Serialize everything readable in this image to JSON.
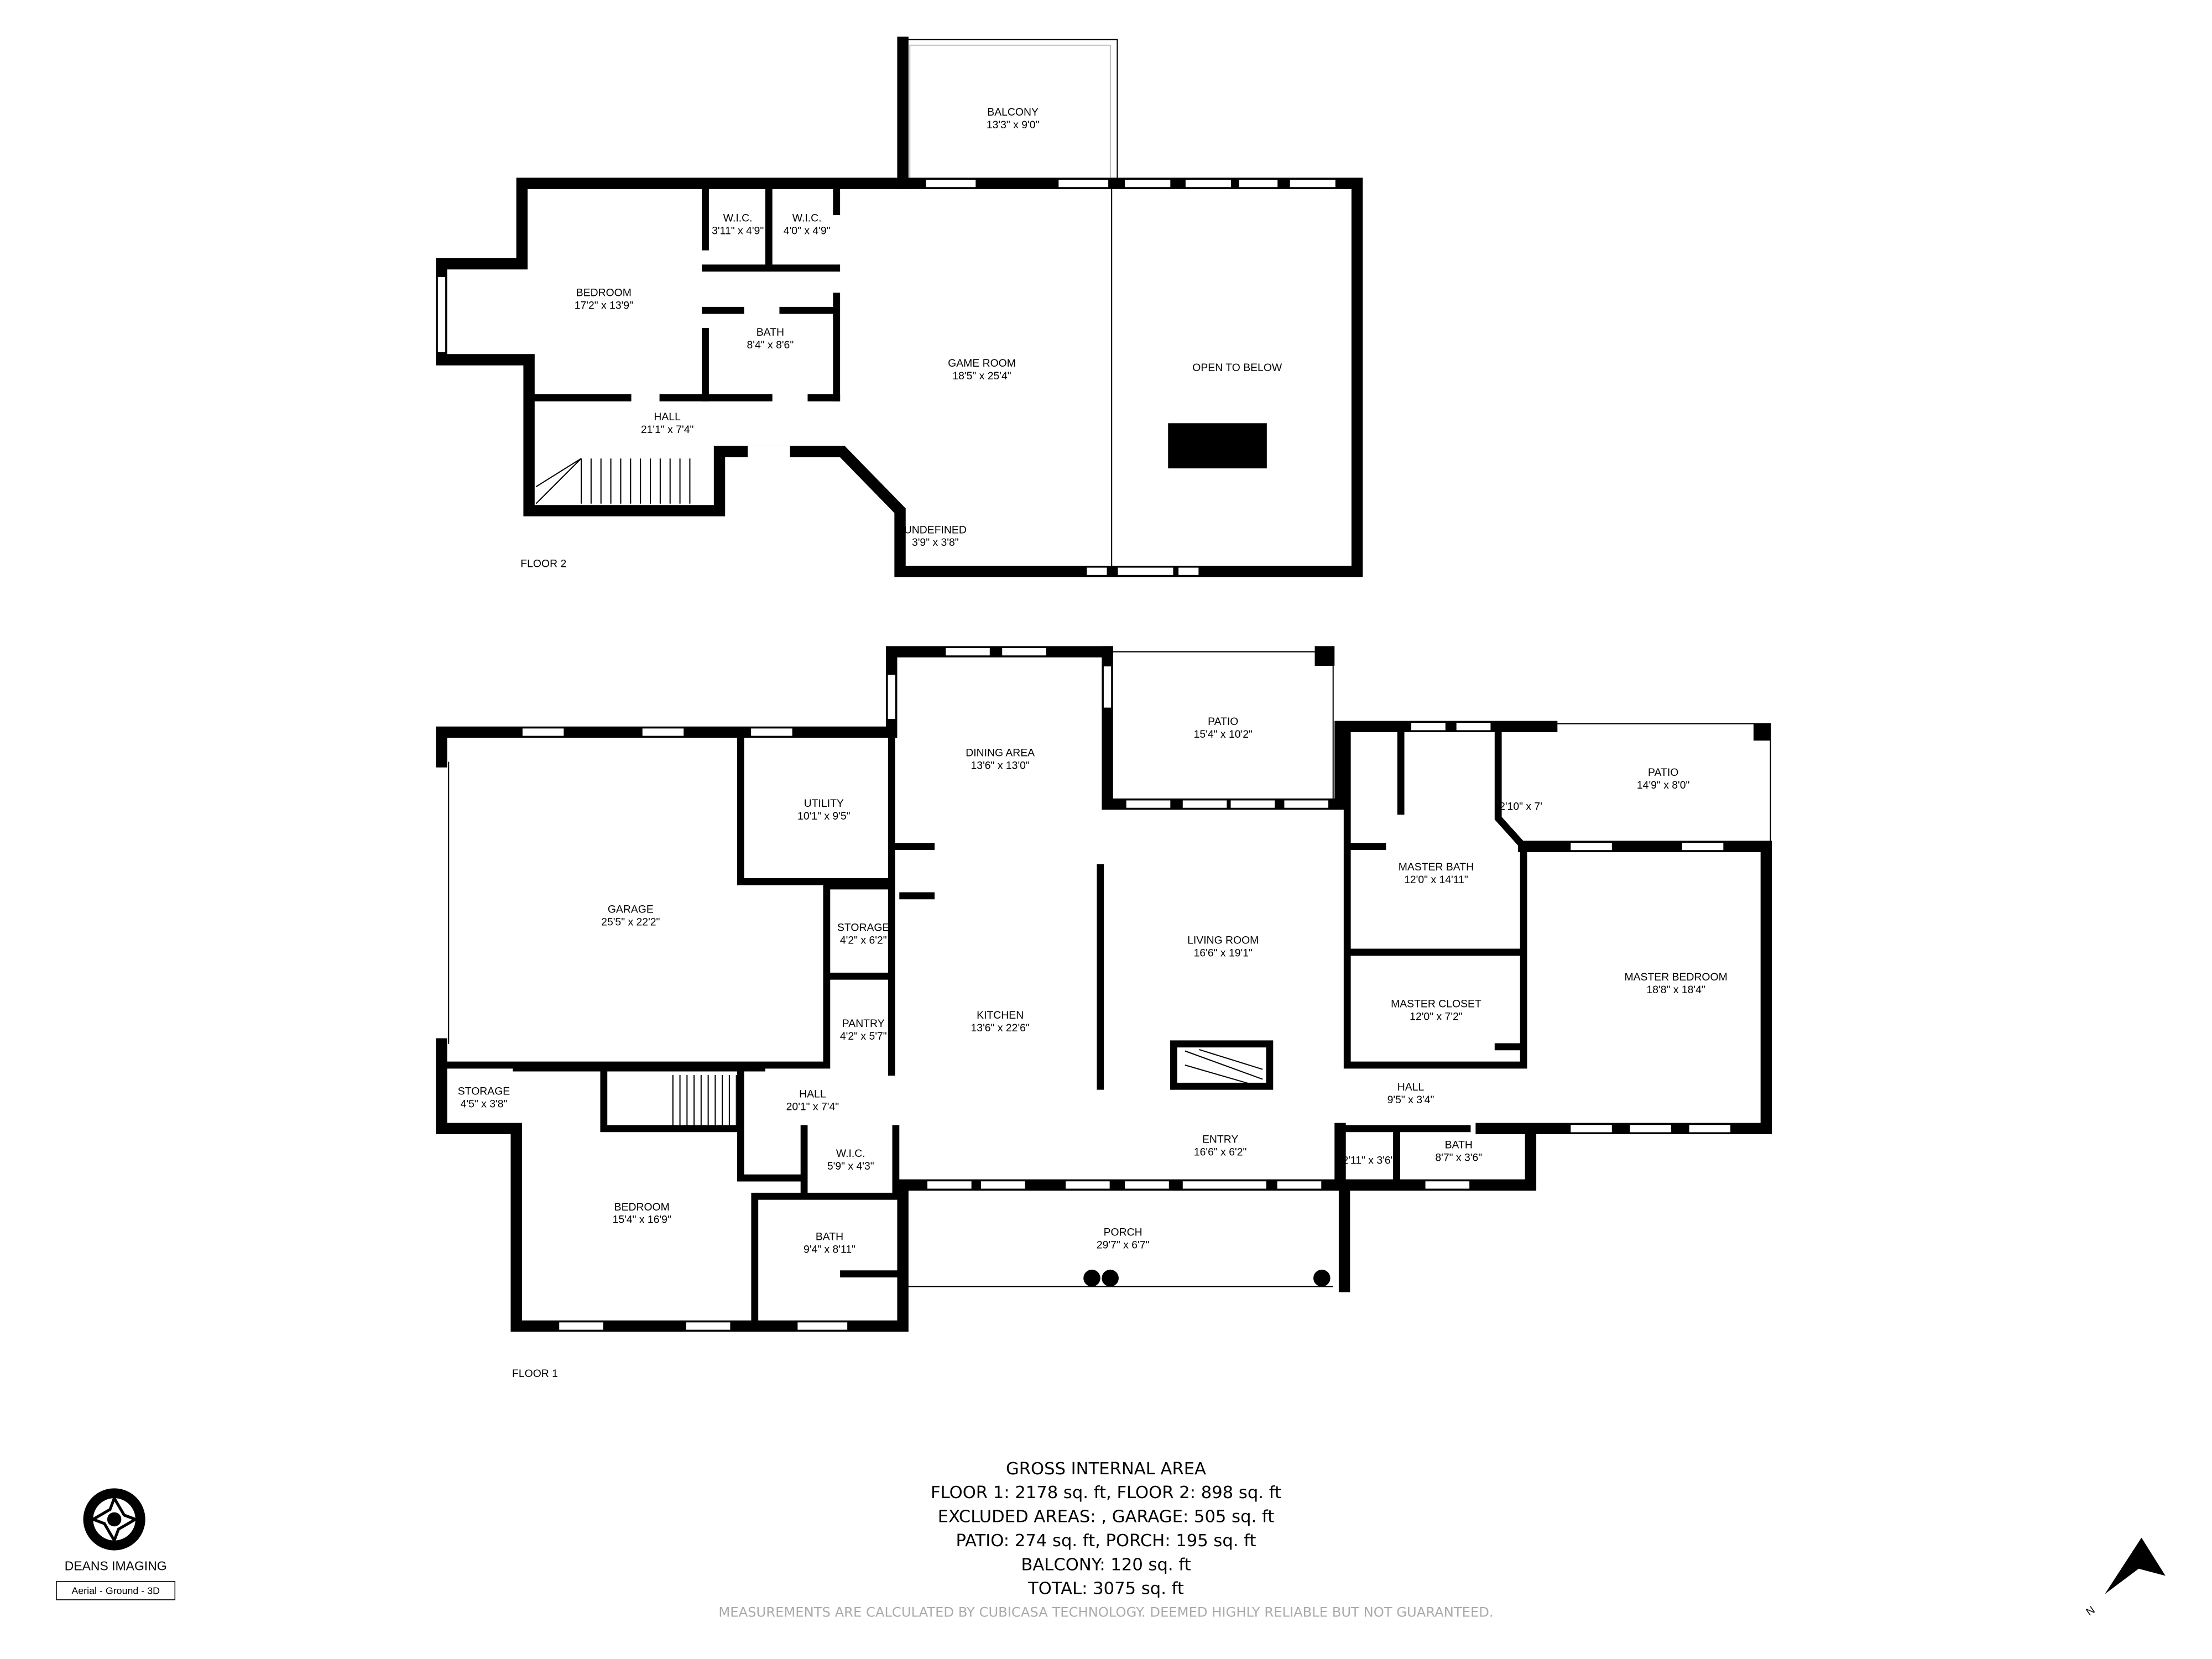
{
  "floor2": {
    "label": "FLOOR 2",
    "rooms": [
      {
        "name": "BALCONY",
        "dims": "13'3\" x 9'0\""
      },
      {
        "name": "W.I.C.",
        "dims": "3'11\" x 4'9\""
      },
      {
        "name": "W.I.C.",
        "dims": "4'0\" x 4'9\""
      },
      {
        "name": "BEDROOM",
        "dims": "17'2\" x 13'9\""
      },
      {
        "name": "BATH",
        "dims": "8'4\" x 8'6\""
      },
      {
        "name": "GAME ROOM",
        "dims": "18'5\" x 25'4\""
      },
      {
        "name": "OPEN TO BELOW",
        "dims": ""
      },
      {
        "name": "HALL",
        "dims": "21'1\" x 7'4\""
      },
      {
        "name": "UNDEFINED",
        "dims": "3'9\" x 3'8\""
      }
    ]
  },
  "floor1": {
    "label": "FLOOR 1",
    "rooms": [
      {
        "name": "DINING AREA",
        "dims": "13'6\" x 13'0\""
      },
      {
        "name": "PATIO",
        "dims": "15'4\" x 10'2\""
      },
      {
        "name": "UTILITY",
        "dims": "10'1\" x 9'5\""
      },
      {
        "name": "PATIO",
        "dims": "14'9\" x 8'0\""
      },
      {
        "name": "GARAGE",
        "dims": "25'5\" x 22'2\""
      },
      {
        "name": "STORAGE",
        "dims": "4'2\" x 6'2\""
      },
      {
        "name": "MASTER BATH",
        "dims": "12'0\" x 14'11\""
      },
      {
        "name": "LIVING ROOM",
        "dims": "16'6\" x 19'1\""
      },
      {
        "name": "MASTER BEDROOM",
        "dims": "18'8\" x 18'4\""
      },
      {
        "name": "MASTER CLOSET",
        "dims": "12'0\" x 7'2\""
      },
      {
        "name": "PANTRY",
        "dims": "4'2\" x 5'7\""
      },
      {
        "name": "KITCHEN",
        "dims": "13'6\" x 22'6\""
      },
      {
        "name": "HALL",
        "dims": "20'1\" x 7'4\""
      },
      {
        "name": "HALL",
        "dims": "9'5\" x 3'4\""
      },
      {
        "name": "STORAGE",
        "dims": "4'5\" x 3'8\""
      },
      {
        "name": "W.I.C.",
        "dims": "5'9\" x 4'3\""
      },
      {
        "name": "ENTRY",
        "dims": "16'6\" x 6'2\""
      },
      {
        "name": "BATH",
        "dims": "8'7\" x 3'6\""
      },
      {
        "name": "",
        "dims": "2'11\" x 3'6\""
      },
      {
        "name": "",
        "dims": "2'10\" x 7'"
      },
      {
        "name": "BEDROOM",
        "dims": "15'4\" x 16'9\""
      },
      {
        "name": "BATH",
        "dims": "9'4\" x 8'11\""
      },
      {
        "name": "PORCH",
        "dims": "29'7\" x 6'7\""
      }
    ]
  },
  "area_summary": {
    "title": "GROSS INTERNAL AREA",
    "line1": "FLOOR 1: 2178 sq. ft, FLOOR 2: 898 sq. ft",
    "line2": "EXCLUDED AREAS: , GARAGE: 505 sq. ft",
    "line3": "PATIO: 274 sq. ft, PORCH: 195 sq. ft",
    "line4": "BALCONY: 120 sq. ft",
    "line5": "TOTAL: 3075 sq. ft"
  },
  "disclaimer": "MEASUREMENTS ARE CALCULATED BY CUBICASA TECHNOLOGY. DEEMED HIGHLY RELIABLE BUT NOT GUARANTEED.",
  "logo": {
    "name": "DEANS IMAGING",
    "tagline": "Aerial - Ground - 3D",
    "icon": "camera-aperture-icon"
  },
  "compass": {
    "label": "N",
    "icon": "north-arrow-icon"
  },
  "colors": {
    "wall": "#000000",
    "disclaimer": "#aaaaaa"
  }
}
